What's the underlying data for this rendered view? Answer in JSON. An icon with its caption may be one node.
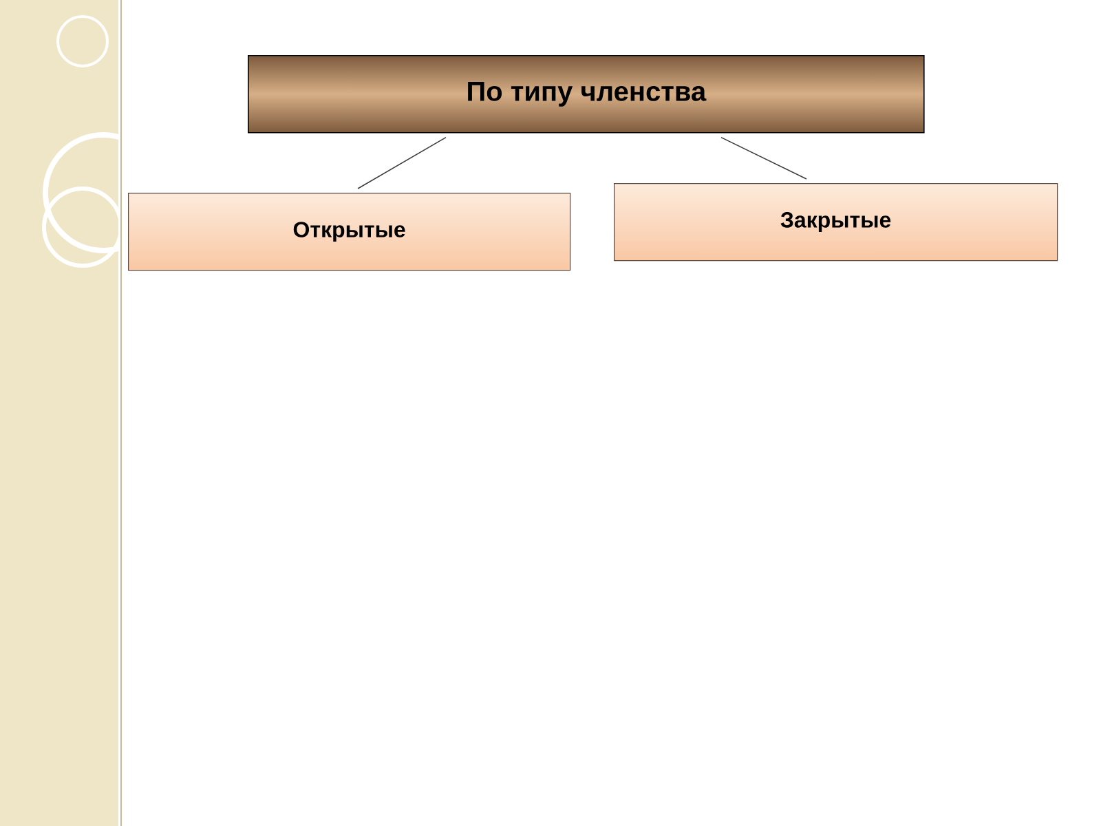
{
  "diagram": {
    "nodes": [
      {
        "text": [
          "По типу членства"
        ]
      },
      {
        "text": [
          "Открытые"
        ]
      },
      {
        "text": [
          "Закрытые"
        ]
      }
    ],
    "edges": [
      {
        "from": 0,
        "to": 1,
        "arrow": "none"
      },
      {
        "from": 0,
        "to": 2,
        "arrow": "none"
      }
    ]
  }
}
